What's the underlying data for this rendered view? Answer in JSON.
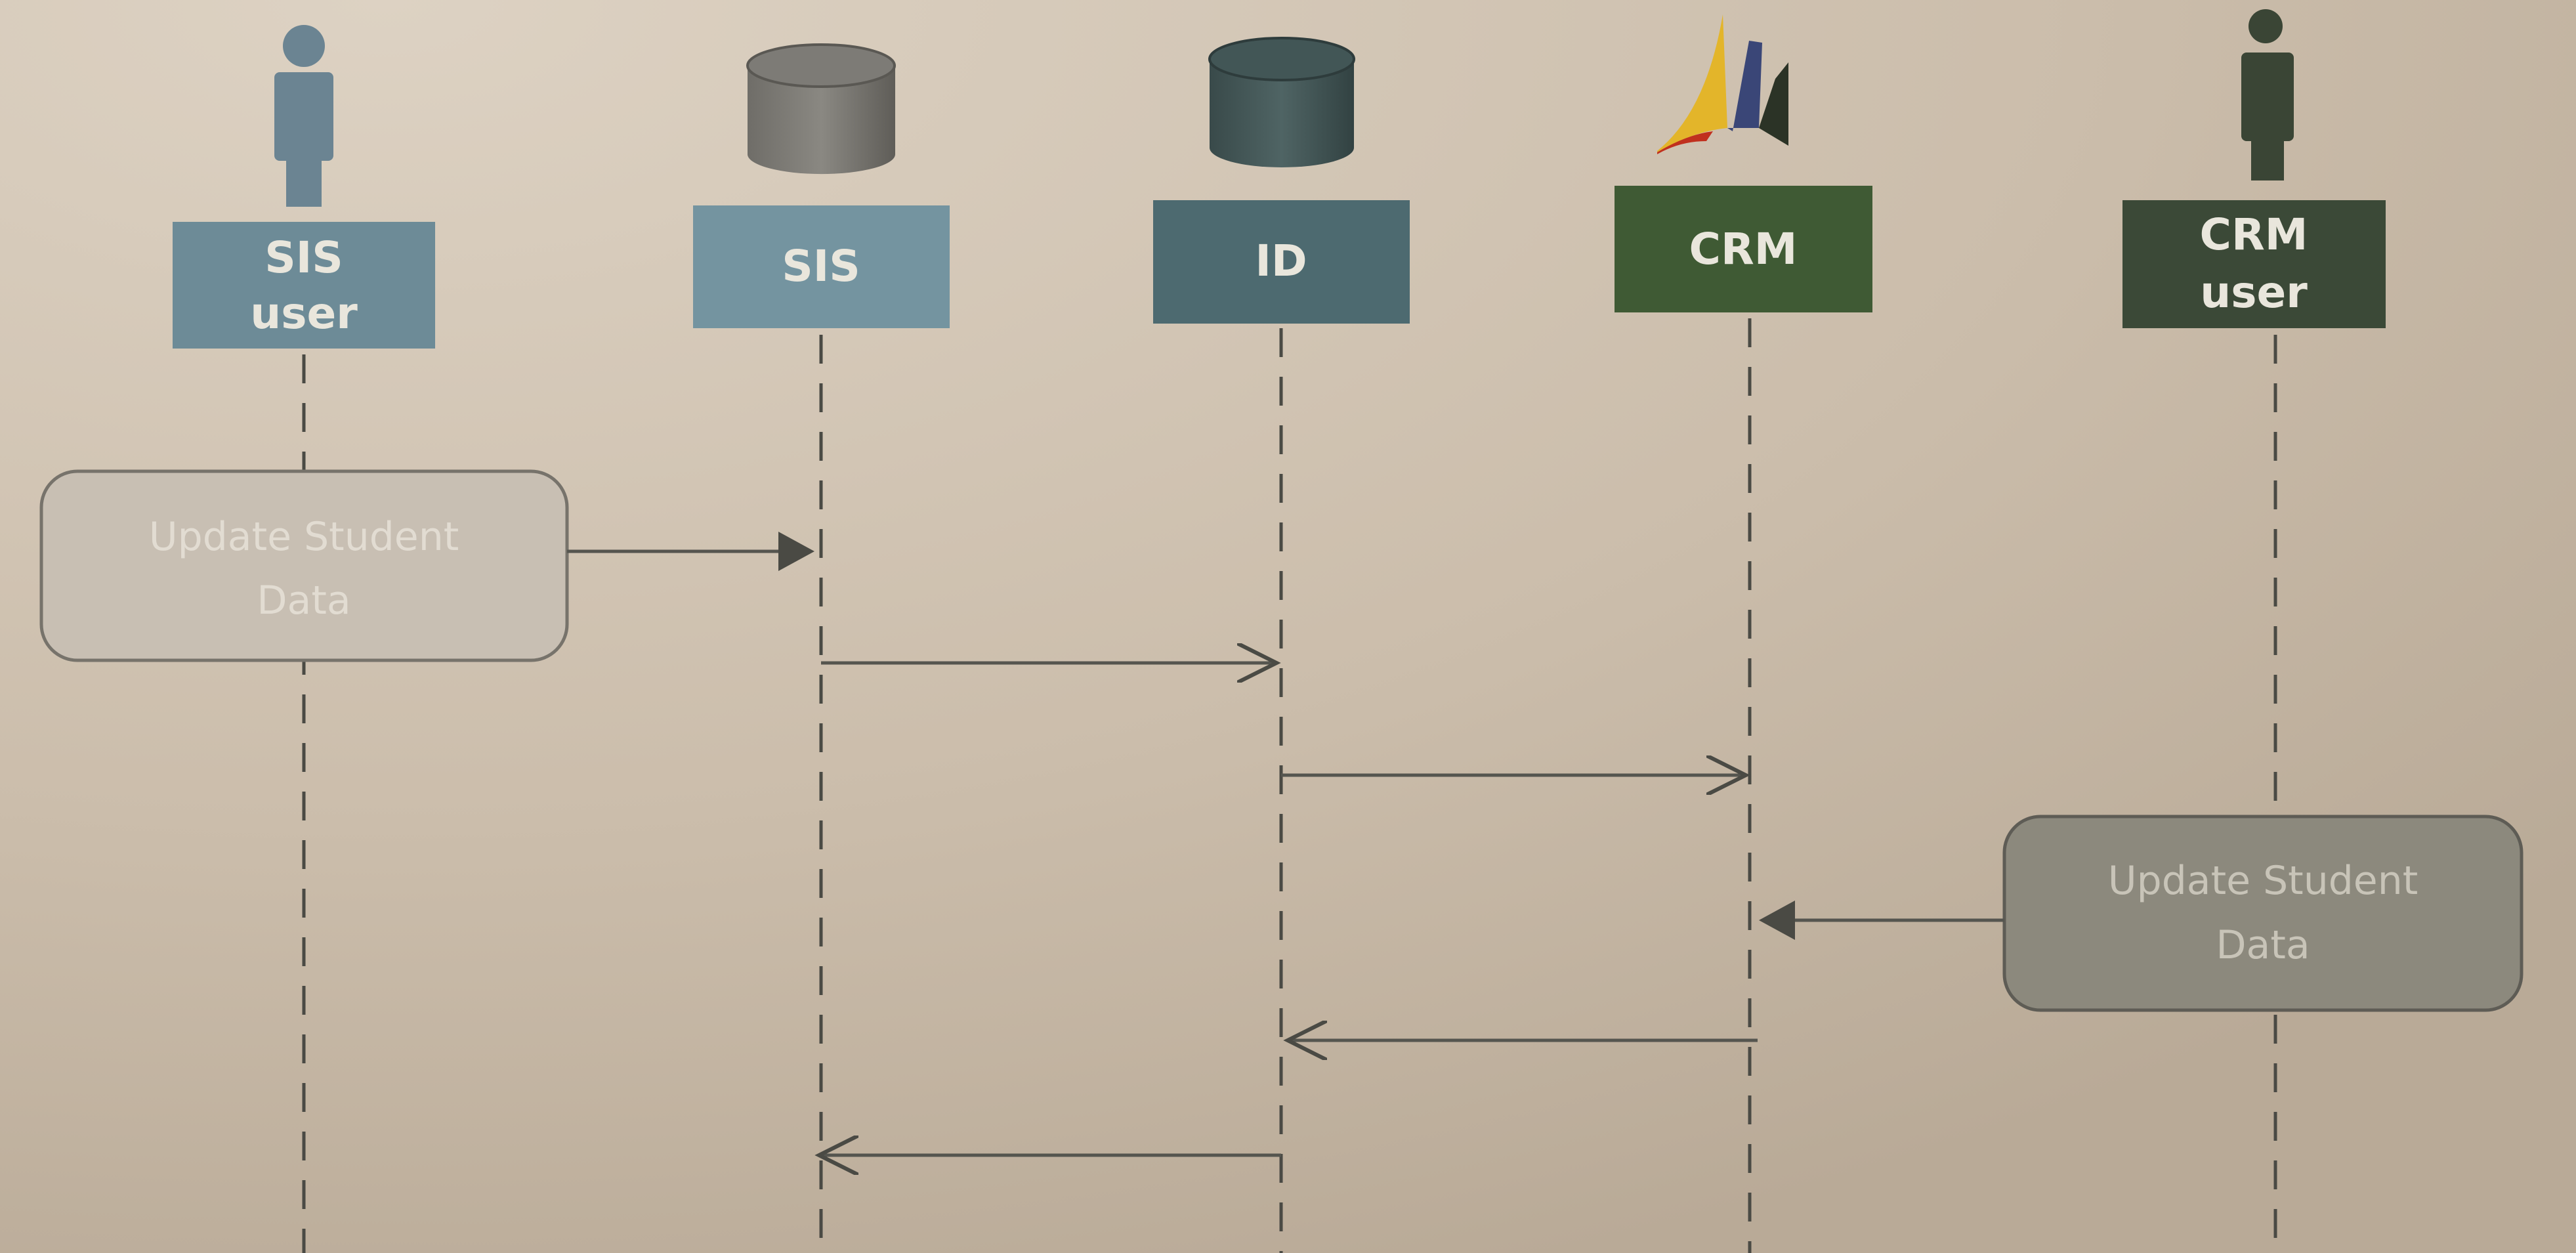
{
  "participants": [
    {
      "id": "sis-user",
      "label_line1": "SIS",
      "label_line2": "user",
      "icon": "person-icon",
      "color": "#6d8b97"
    },
    {
      "id": "sis",
      "label": "SIS",
      "icon": "database-icon",
      "color": "#7494a0"
    },
    {
      "id": "id",
      "label": "ID",
      "icon": "database-icon",
      "color": "#4d6a70"
    },
    {
      "id": "crm",
      "label": "CRM",
      "icon": "dynamics-crm-logo-icon",
      "color": "#3f5a34"
    },
    {
      "id": "crm-user",
      "label_line1": "CRM",
      "label_line2": "user",
      "icon": "person-icon",
      "color": "#3b4937"
    }
  ],
  "activities": {
    "left": {
      "line1": "Update Student",
      "line2": "Data"
    },
    "right": {
      "line1": "Update Student",
      "line2": "Data"
    }
  },
  "messages": [
    {
      "from": "sis-user",
      "to": "sis"
    },
    {
      "from": "sis",
      "to": "id"
    },
    {
      "from": "id",
      "to": "crm"
    },
    {
      "from": "crm-user",
      "to": "crm"
    },
    {
      "from": "crm",
      "to": "id"
    },
    {
      "from": "id",
      "to": "sis"
    }
  ]
}
